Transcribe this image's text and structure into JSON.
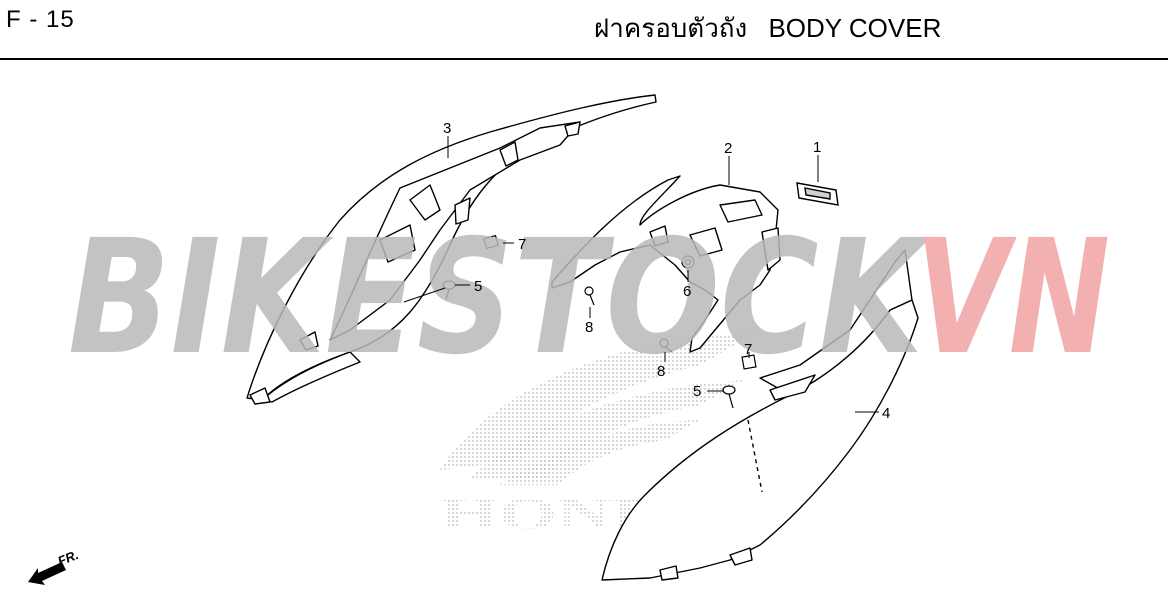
{
  "header": {
    "page_code": "F - 15",
    "title_thai": "ฝาครอบตัวถัง",
    "title_en": "BODY COVER"
  },
  "watermark": {
    "brand_left": "BIKESTOCK",
    "brand_right": "VN",
    "logo_text": "HONDA",
    "colors": {
      "left": "#b9b9b9",
      "right": "#f2a3a3"
    }
  },
  "direction_indicator": {
    "label": "FR."
  },
  "callouts": [
    {
      "label": "1"
    },
    {
      "label": "2"
    },
    {
      "label": "3"
    },
    {
      "label": "4"
    },
    {
      "label": "5"
    },
    {
      "label": "5"
    },
    {
      "label": "6"
    },
    {
      "label": "7"
    },
    {
      "label": "7"
    },
    {
      "label": "8"
    },
    {
      "label": "8"
    }
  ]
}
